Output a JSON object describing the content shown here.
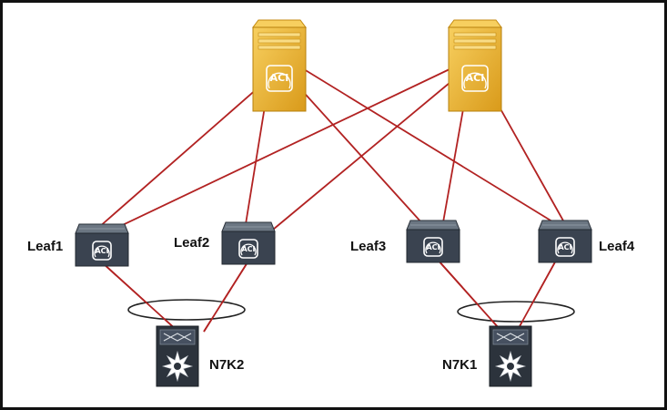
{
  "colors": {
    "link": "#b22222",
    "spine_light": "#f7cf5f",
    "spine_dark": "#d99a1a",
    "leaf_dark": "#3a4350",
    "leaf_top": "#6b7682",
    "nexus_dark": "#2c333c"
  },
  "icons": {
    "spine": "aci-spine-switch-icon",
    "leaf": "aci-leaf-switch-icon",
    "core": "nexus-7000-switch-icon",
    "port_channel": "vpc-ellipse"
  },
  "spines": [
    {
      "id": "spine1",
      "label": "",
      "badge": "ACI"
    },
    {
      "id": "spine2",
      "label": "",
      "badge": "ACI"
    }
  ],
  "leaves": [
    {
      "id": "leaf1",
      "label": "Leaf1",
      "badge": "ACI"
    },
    {
      "id": "leaf2",
      "label": "Leaf2",
      "badge": "ACI"
    },
    {
      "id": "leaf3",
      "label": "Leaf3",
      "badge": "ACI"
    },
    {
      "id": "leaf4",
      "label": "Leaf4",
      "badge": "ACI"
    }
  ],
  "cores": [
    {
      "id": "n7k2",
      "label": "N7K2"
    },
    {
      "id": "n7k1",
      "label": "N7K1"
    }
  ],
  "links": [
    [
      "spine1",
      "leaf1"
    ],
    [
      "spine1",
      "leaf2"
    ],
    [
      "spine1",
      "leaf3"
    ],
    [
      "spine1",
      "leaf4"
    ],
    [
      "spine2",
      "leaf1"
    ],
    [
      "spine2",
      "leaf2"
    ],
    [
      "spine2",
      "leaf3"
    ],
    [
      "spine2",
      "leaf4"
    ],
    [
      "leaf1",
      "n7k2"
    ],
    [
      "leaf2",
      "n7k2"
    ],
    [
      "leaf3",
      "n7k1"
    ],
    [
      "leaf4",
      "n7k1"
    ]
  ]
}
